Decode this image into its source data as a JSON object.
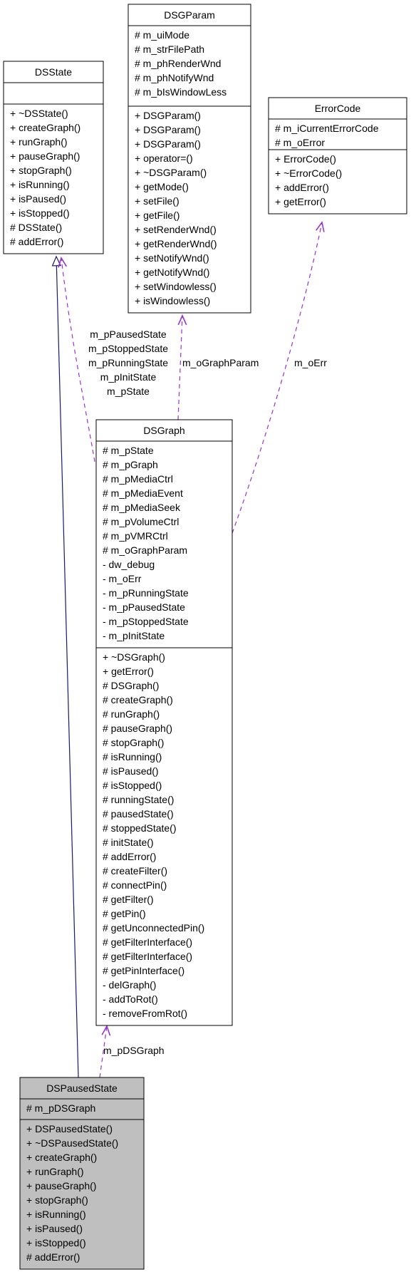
{
  "colors": {
    "box_border": "#000000",
    "box_fill": "#ffffff",
    "highlight_fill": "#bfbfbf",
    "inheritance": "#191970",
    "association": "#9a32cd"
  },
  "classes": [
    {
      "id": "dsstate",
      "title": "DSState",
      "attributes": [],
      "operations": [
        "+ ~DSState()",
        "+ createGraph()",
        "+ runGraph()",
        "+ pauseGraph()",
        "+ stopGraph()",
        "+ isRunning()",
        "+ isPaused()",
        "+ isStopped()",
        "# DSState()",
        "# addError()"
      ]
    },
    {
      "id": "dsgparam",
      "title": "DSGParam",
      "attributes": [
        "# m_uiMode",
        "# m_strFilePath",
        "# m_phRenderWnd",
        "# m_phNotifyWnd",
        "# m_bIsWindowLess"
      ],
      "operations": [
        "+ DSGParam()",
        "+ DSGParam()",
        "+ DSGParam()",
        "+ operator=()",
        "+ ~DSGParam()",
        "+ getMode()",
        "+ setFile()",
        "+ getFile()",
        "+ setRenderWnd()",
        "+ getRenderWnd()",
        "+ setNotifyWnd()",
        "+ getNotifyWnd()",
        "+ setWindowless()",
        "+ isWindowless()"
      ]
    },
    {
      "id": "errorcode",
      "title": "ErrorCode",
      "attributes": [
        "# m_iCurrentErrorCode",
        "# m_oError"
      ],
      "operations": [
        "+ ErrorCode()",
        "+ ~ErrorCode()",
        "+ addError()",
        "+ getError()"
      ]
    },
    {
      "id": "dsgraph",
      "title": "DSGraph",
      "attributes": [
        "# m_pState",
        "# m_pGraph",
        "# m_pMediaCtrl",
        "# m_pMediaEvent",
        "# m_pMediaSeek",
        "# m_pVolumeCtrl",
        "# m_pVMRCtrl",
        "# m_oGraphParam",
        "- dw_debug",
        "- m_oErr",
        "- m_pRunningState",
        "- m_pPausedState",
        "- m_pStoppedState",
        "- m_pInitState"
      ],
      "operations": [
        "+ ~DSGraph()",
        "+ getError()",
        "# DSGraph()",
        "# createGraph()",
        "# runGraph()",
        "# pauseGraph()",
        "# stopGraph()",
        "# isRunning()",
        "# isPaused()",
        "# isStopped()",
        "# runningState()",
        "# pausedState()",
        "# stoppedState()",
        "# initState()",
        "# addError()",
        "# createFilter()",
        "# connectPin()",
        "# getFilter()",
        "# getPin()",
        "# getUnconnectedPin()",
        "# getFilterInterface()",
        "# getFilterInterface()",
        "# getPinInterface()",
        "- delGraph()",
        "- addToRot()",
        "- removeFromRot()"
      ]
    },
    {
      "id": "dspausedstate",
      "title": "DSPausedState",
      "attributes": [
        "# m_pDSGraph"
      ],
      "operations": [
        "+ DSPausedState()",
        "+ ~DSPausedState()",
        "+ createGraph()",
        "+ runGraph()",
        "+ pauseGraph()",
        "+ stopGraph()",
        "+ isRunning()",
        "+ isPaused()",
        "+ isStopped()",
        "# addError()"
      ]
    }
  ],
  "edges": [
    {
      "id": "dspausedstate-to-dsstate",
      "kind": "inheritance",
      "labels": []
    },
    {
      "id": "dsgraph-to-dsstate",
      "kind": "association",
      "labels": [
        "m_pPausedState",
        "m_pStoppedState",
        "m_pRunningState",
        "m_pInitState",
        "m_pState"
      ]
    },
    {
      "id": "dsgraph-to-dsgparam",
      "kind": "association",
      "labels": [
        "m_oGraphParam"
      ]
    },
    {
      "id": "dsgraph-to-errorcode",
      "kind": "association",
      "labels": [
        "m_oErr"
      ]
    },
    {
      "id": "dspausedstate-to-dsgraph",
      "kind": "association",
      "labels": [
        "m_pDSGraph"
      ]
    }
  ]
}
